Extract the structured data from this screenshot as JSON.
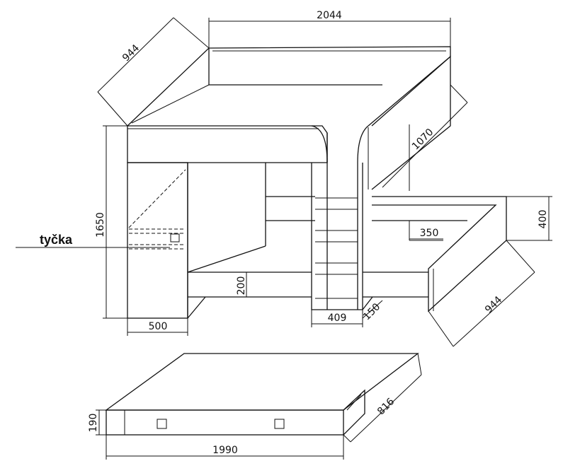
{
  "dimensions": {
    "top_width": "2044",
    "top_depth": "944",
    "rail_length": "1070",
    "height": "1650",
    "rail_height": "400",
    "shelf_width": "350",
    "gap_height": "200",
    "wardrobe_width": "500",
    "ladder_width": "409",
    "ladder_depth": "150",
    "lower_depth": "944",
    "drawer_depth": "816",
    "drawer_height": "190",
    "drawer_width": "1990"
  },
  "labels": {
    "pole": "tyčka"
  }
}
